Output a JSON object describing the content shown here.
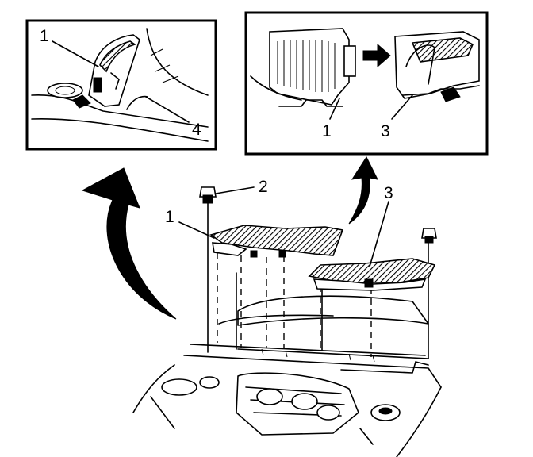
{
  "figure": {
    "colors": {
      "ink": "#000000",
      "paper": "#ffffff"
    },
    "detail_left": {
      "callouts": [
        "1",
        "4"
      ]
    },
    "detail_right": {
      "callouts": [
        "1",
        "3"
      ],
      "arrow_icon": "right-arrow-icon"
    },
    "main": {
      "callouts": [
        "2",
        "1",
        "3"
      ]
    }
  }
}
